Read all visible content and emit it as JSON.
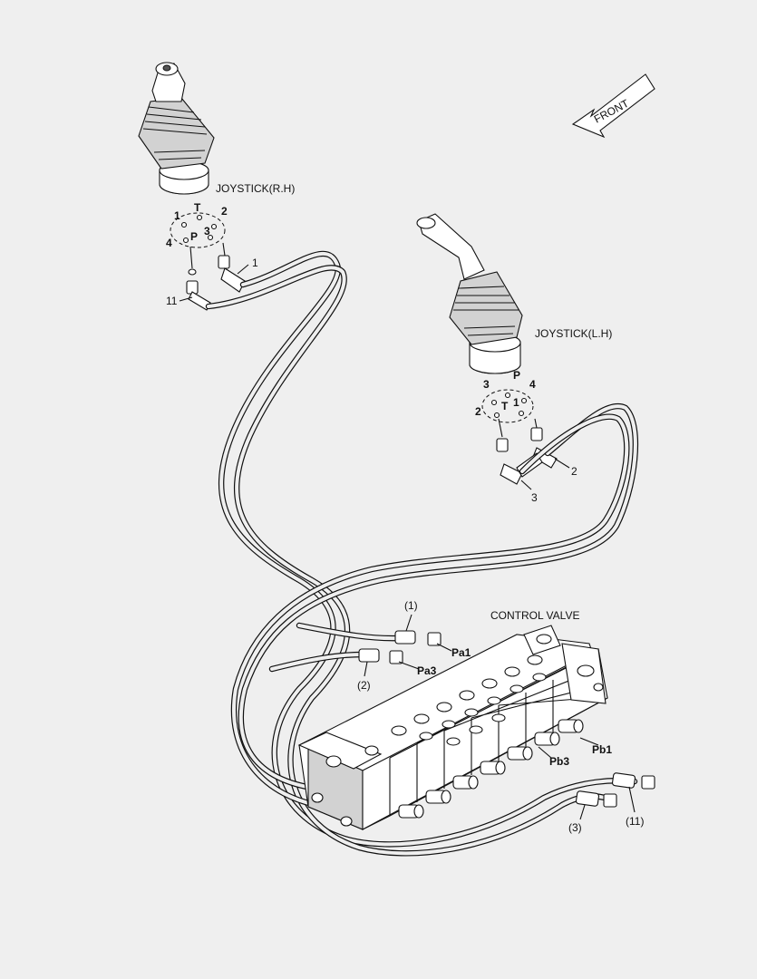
{
  "labels": {
    "front": "FRONT",
    "joystick_rh": "JOYSTICK(R.H)",
    "joystick_lh": "JOYSTICK(L.H)",
    "control_valve": "CONTROL VALVE"
  },
  "rh_ports": {
    "p1": "1",
    "t": "T",
    "p2": "2",
    "p4": "4",
    "p": "P",
    "p3": "3"
  },
  "lh_ports": {
    "p3": "3",
    "p": "P",
    "p4": "4",
    "p2": "2",
    "t": "T",
    "p1": "1"
  },
  "callouts": {
    "rh_1": "1",
    "rh_11": "11",
    "lh_2": "2",
    "lh_3": "3",
    "cv_1": "(1)",
    "cv_2": "(2)",
    "cv_3": "(3)",
    "cv_11": "(11)"
  },
  "ports_cv": {
    "pa1": "Pa1",
    "pa3": "Pa3",
    "pb1": "Pb1",
    "pb3": "Pb3"
  }
}
